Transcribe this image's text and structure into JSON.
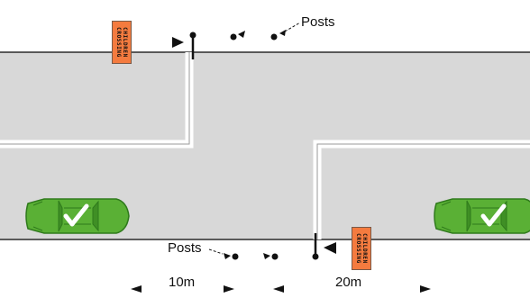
{
  "labels": {
    "posts_top": "Posts",
    "posts_bottom": "Posts",
    "distance_1": "10m",
    "distance_2": "20m"
  },
  "signs": {
    "text": "CHILDREN\nCROSSING"
  },
  "colors": {
    "road": "#d8d8d8",
    "kerb": "#2b2b2b",
    "sign": "#f47b3f",
    "car": "#5ab035",
    "car_dark": "#2f7a1c",
    "tick": "#ffffff"
  },
  "icons": [
    "arrow-icon",
    "post-icon",
    "car-icon",
    "checkmark-icon",
    "sign-icon"
  ]
}
